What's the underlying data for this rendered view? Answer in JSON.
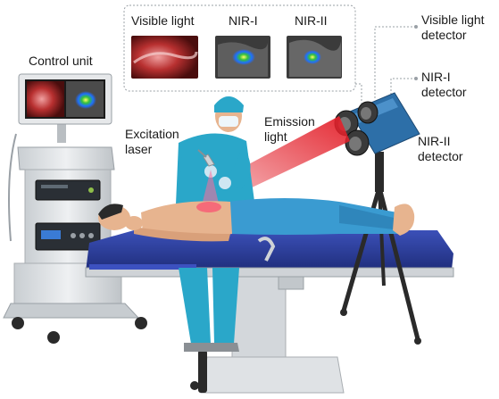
{
  "labels": {
    "control_unit": "Control unit",
    "excitation_line1": "Excitation",
    "excitation_line2": "laser",
    "emission_line1": "Emission",
    "emission_line2": "light",
    "visible_detector_line1": "Visible light",
    "visible_detector_line2": "detector",
    "nir1_detector_line1": "NIR-I",
    "nir1_detector_line2": "detector",
    "nir2_detector_line1": "NIR-II",
    "nir2_detector_line2": "detector"
  },
  "inset": {
    "panels": [
      {
        "title": "Visible light"
      },
      {
        "title": "NIR-I"
      },
      {
        "title": "NIR-II"
      }
    ]
  },
  "colors": {
    "beam_red": "#e3202a",
    "table_blue": "#2c3f9e",
    "scrubs_teal": "#2aa7c9",
    "patient_pants": "#3a9bd1",
    "skin": "#e7b48f",
    "cart_gray": "#d9dde0",
    "detector_blue": "#2d6fa8",
    "tripod": "#2a2a2a",
    "fluorescence_spot": "#1ea0ff"
  }
}
